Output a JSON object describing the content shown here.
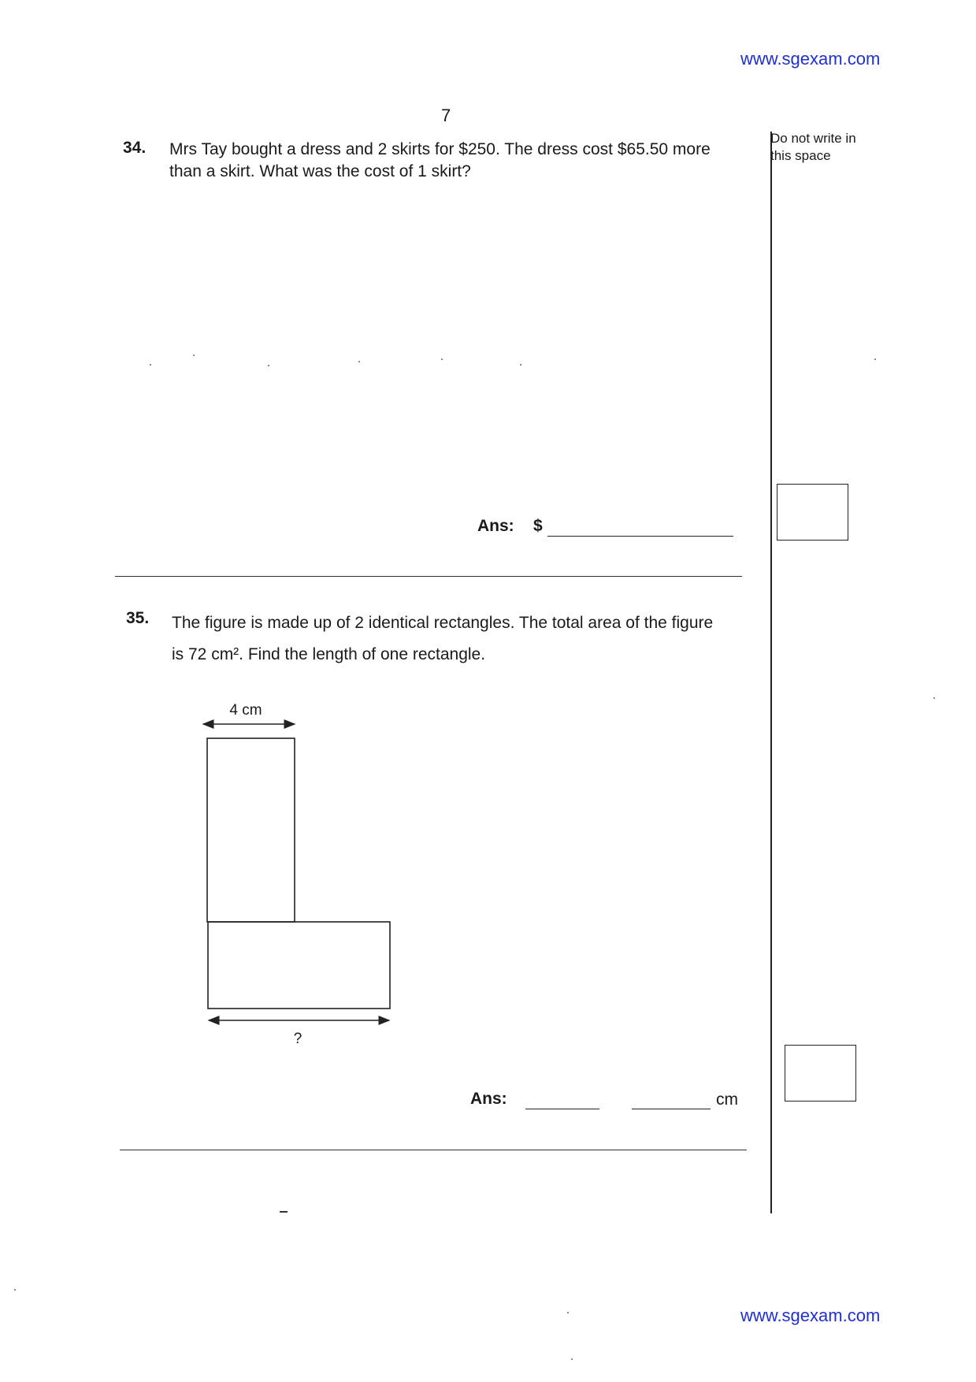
{
  "header": {
    "site_url": "www.sgexam.com",
    "page_number": "7"
  },
  "margin": {
    "note": "Do not write in this space"
  },
  "questions": [
    {
      "number": "34.",
      "text": "Mrs Tay bought a dress and 2 skirts for $250. The dress cost $65.50 more than a skirt. What was the cost of 1 skirt?",
      "answer_label": "Ans:",
      "answer_prefix": "$"
    },
    {
      "number": "35.",
      "text": "The figure is made up of 2 identical rectangles. The total area of the figure is 72 cm². Find the length of one rectangle.",
      "figure": {
        "top_width_label": "4 cm",
        "bottom_length_label": "?"
      },
      "answer_label": "Ans:",
      "answer_unit": "cm"
    }
  ],
  "footer": {
    "site_url": "www.sgexam.com"
  }
}
